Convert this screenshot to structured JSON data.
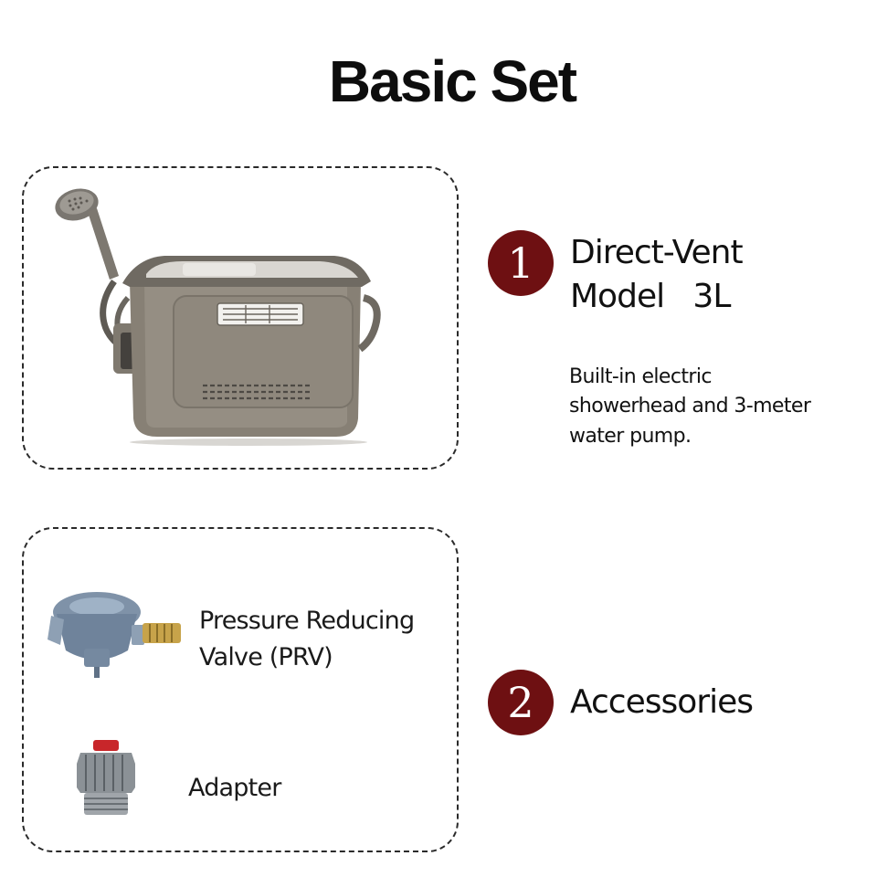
{
  "title": "Basic Set",
  "items": [
    {
      "number": "1",
      "heading_line1": "Direct-Vent",
      "heading_line2": "Model   3L",
      "description_lines": [
        "Built-in electric",
        "showerhead and 3-meter",
        "water pump."
      ]
    },
    {
      "number": "2",
      "heading": "Accessories"
    }
  ],
  "accessories": {
    "prv_line1": "Pressure Reducing",
    "prv_line2": "Valve (PRV)",
    "adapter": "Adapter"
  },
  "colors": {
    "badge": "#6e1012",
    "product_body": "#8a8378",
    "frame_border": "#2a2a2a"
  },
  "icons": [
    "water-heater-unit-image",
    "pressure-reducing-valve-image",
    "adapter-image"
  ]
}
